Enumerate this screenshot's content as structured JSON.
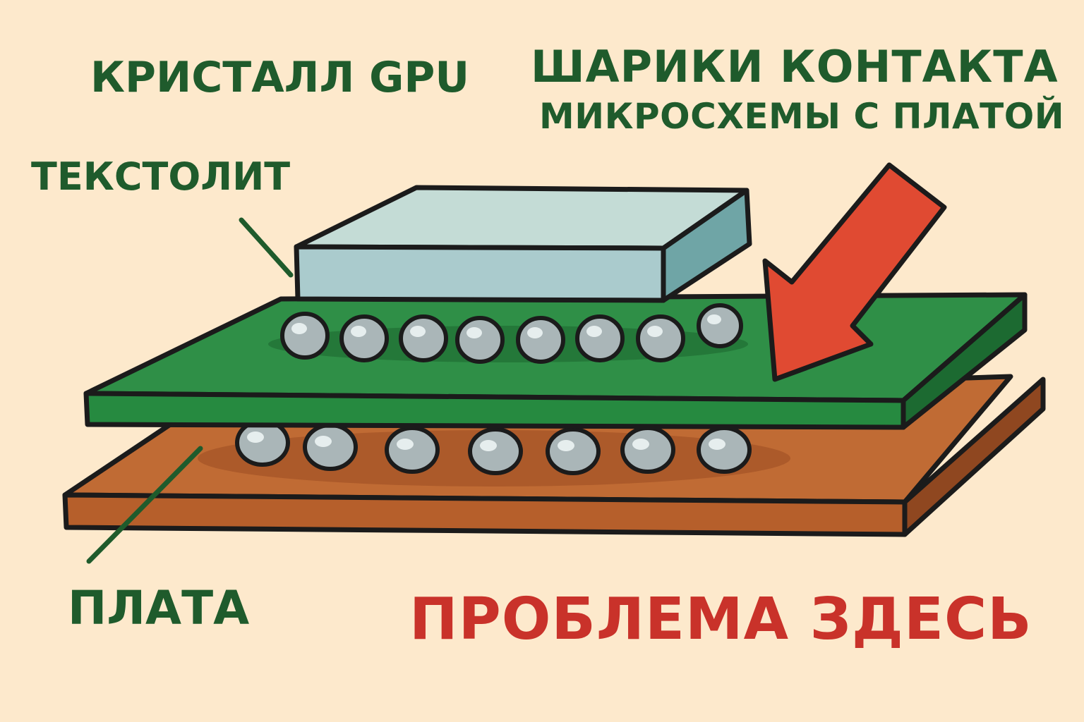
{
  "labels": {
    "gpu_die": "КРИСТАЛЛ GPU",
    "solder_balls_line1": "ШАРИКИ КОНТАКТА",
    "solder_balls_line2": "МИКРОСХЕМЫ С ПЛАТОЙ",
    "textolite": "ТЕКСТОЛИТ",
    "board": "ПЛАТА",
    "problem": "ПРОБЛЕМА ЗДЕСЬ"
  },
  "colors": {
    "background": "#fde9cc",
    "label_green": "#1f5b2c",
    "label_red": "#c9322a",
    "substrate_green": "#2a8a43",
    "board_brown": "#b9662f",
    "die_blue": "#b8d3d2",
    "arrow_red": "#e04a32",
    "outline": "#1b1b1b"
  }
}
